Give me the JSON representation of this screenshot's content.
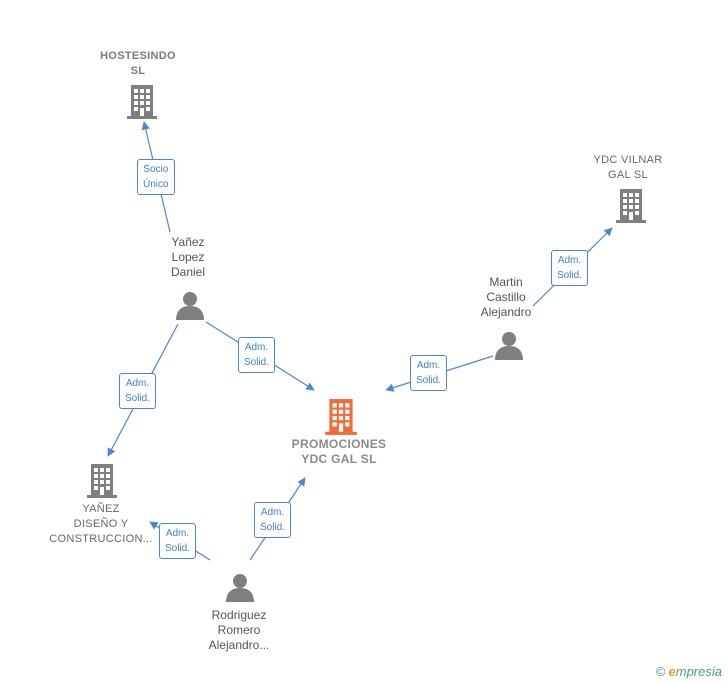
{
  "nodes": {
    "hostesindo": {
      "lines": [
        "HOSTESINDO",
        "SL"
      ]
    },
    "ydc_vilnar": {
      "lines": [
        "YDC VILNAR",
        "GAL  SL"
      ]
    },
    "promociones": {
      "lines": [
        "PROMOCIONES",
        "YDC GAL  SL"
      ]
    },
    "yanez_diseno": {
      "lines": [
        "YAÑEZ",
        "DISEÑO Y",
        "CONSTRUCCION..."
      ]
    },
    "yanez_lopez": {
      "lines": [
        "Yañez",
        "Lopez",
        "Daniel"
      ]
    },
    "martin_castillo": {
      "lines": [
        "Martin",
        "Castillo",
        "Alejandro"
      ]
    },
    "rodriguez_romero": {
      "lines": [
        "Rodriguez",
        "Romero",
        "Alejandro..."
      ]
    }
  },
  "edges": {
    "socio_unico": [
      "Socio",
      "Único"
    ],
    "adm_solid": [
      "Adm.",
      "Solid."
    ]
  },
  "colors": {
    "main_company": "#f26b3a",
    "company": "#7f7f7f",
    "person": "#7f7f7f",
    "edge": "#4a86d6"
  },
  "footer": {
    "copyright": "©",
    "brand_initial": "e",
    "brand_rest": "mpresia"
  }
}
